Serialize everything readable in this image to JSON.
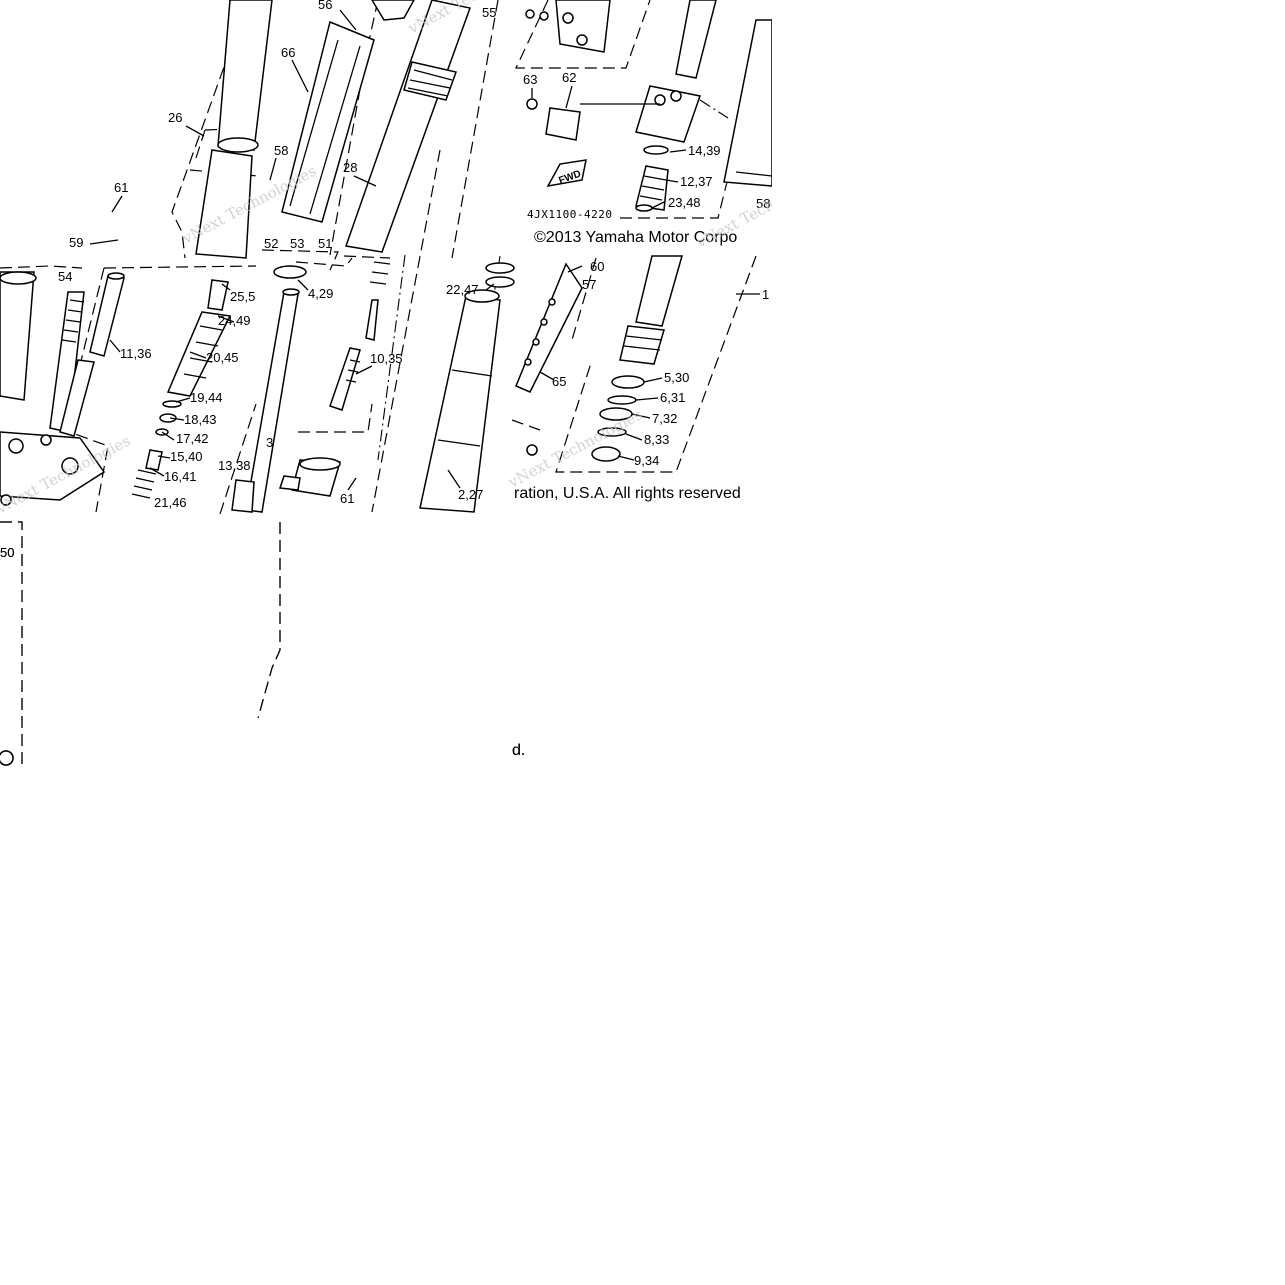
{
  "diagram": {
    "copyright_top": "©2013 Yamaha Motor Corpo",
    "copyright_bottom": "ration, U.S.A. All rights reserved",
    "copyright_tail": "d.",
    "diagram_code": "4JX1100-4220",
    "fwd_label": "FWD",
    "watermark": "vNext Technologies",
    "callouts": [
      {
        "text": "56"
      },
      {
        "text": "55"
      },
      {
        "text": "66"
      },
      {
        "text": "26"
      },
      {
        "text": "58"
      },
      {
        "text": "28"
      },
      {
        "text": "61"
      },
      {
        "text": "59"
      },
      {
        "text": "52"
      },
      {
        "text": "53"
      },
      {
        "text": "51"
      },
      {
        "text": "63"
      },
      {
        "text": "62"
      },
      {
        "text": "14,39"
      },
      {
        "text": "12,37"
      },
      {
        "text": "23,48"
      },
      {
        "text": "58"
      },
      {
        "text": "54"
      },
      {
        "text": "11,36"
      },
      {
        "text": "25,5"
      },
      {
        "text": "24,49"
      },
      {
        "text": "20,45"
      },
      {
        "text": "19,44"
      },
      {
        "text": "18,43"
      },
      {
        "text": "17,42"
      },
      {
        "text": "15,40"
      },
      {
        "text": "16,41"
      },
      {
        "text": "21,46"
      },
      {
        "text": "4,29"
      },
      {
        "text": "10,35"
      },
      {
        "text": "3"
      },
      {
        "text": "13,38"
      },
      {
        "text": "61"
      },
      {
        "text": "22,47"
      },
      {
        "text": "2,27"
      },
      {
        "text": "60"
      },
      {
        "text": "57"
      },
      {
        "text": "65"
      },
      {
        "text": "5,30"
      },
      {
        "text": "6,31"
      },
      {
        "text": "7,32"
      },
      {
        "text": "8,33"
      },
      {
        "text": "9,34"
      },
      {
        "text": "50"
      },
      {
        "text": "1"
      }
    ]
  }
}
